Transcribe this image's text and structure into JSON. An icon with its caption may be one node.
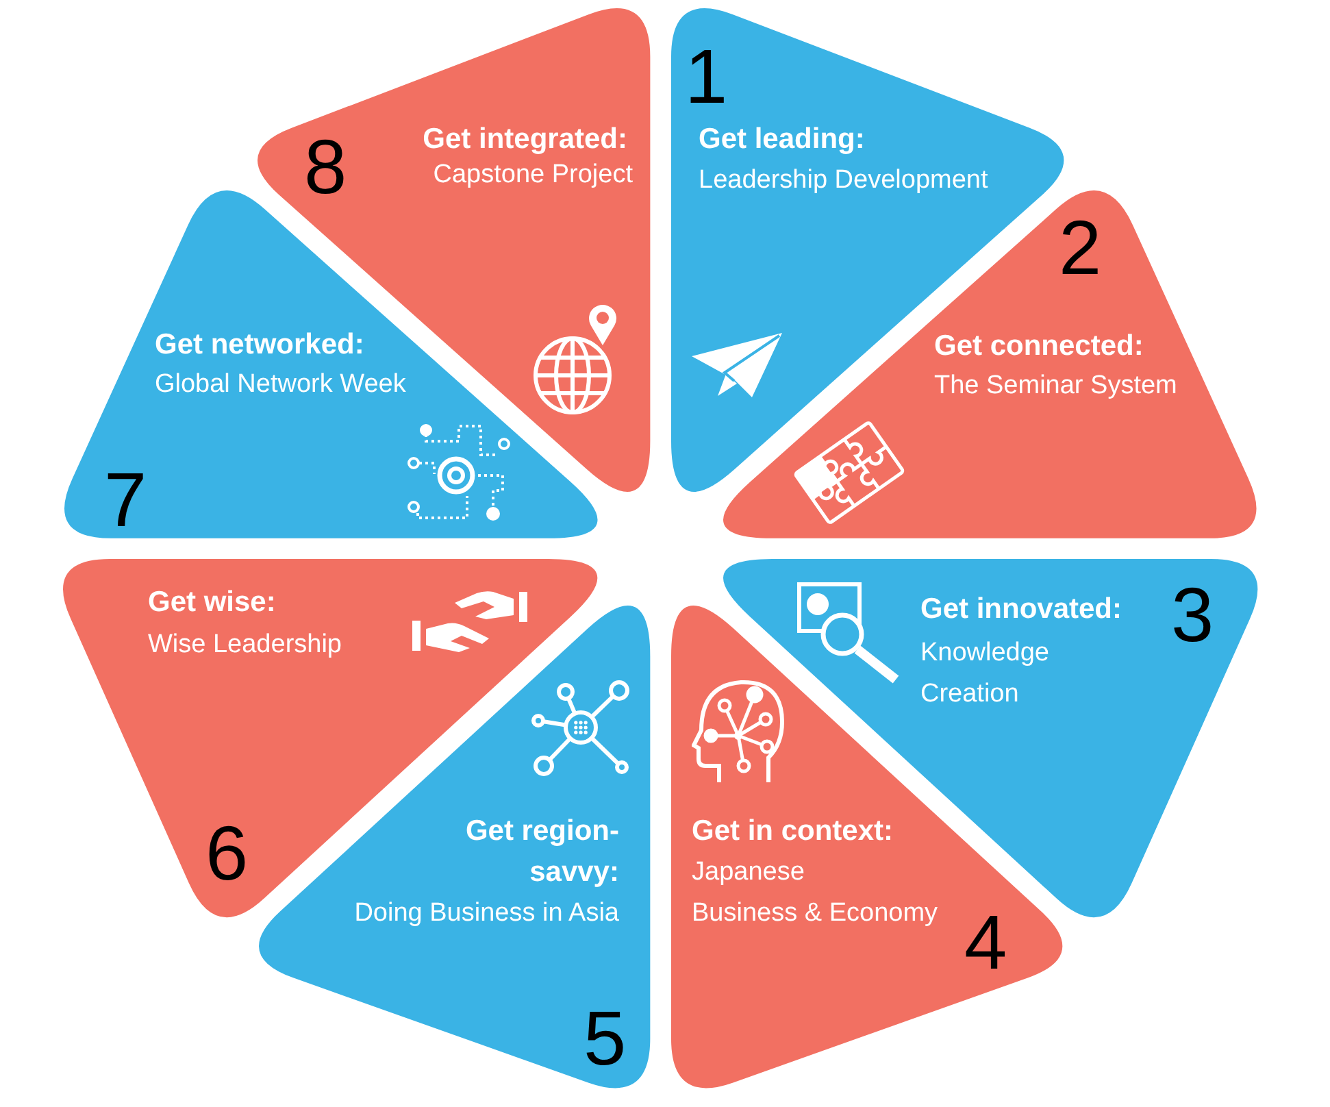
{
  "diagram": {
    "nodes": [
      {
        "text": [
          "1",
          "Get leading:",
          "Leadership Development"
        ]
      },
      {
        "text": [
          "2",
          "Get connected:",
          "The Seminar System"
        ]
      },
      {
        "text": [
          "Get innovated:",
          "3",
          "Knowledge Creation"
        ]
      },
      {
        "text": [
          "Get in context:",
          "Japanese Business & Economy",
          "4"
        ]
      },
      {
        "text": [
          "Get region-savvy:",
          "Doing Business in Asia",
          "5"
        ]
      },
      {
        "text": [
          "Get wise:",
          "Wise Leadership",
          "6"
        ]
      },
      {
        "text": [
          "Get networked:",
          "Global Network Week",
          "7"
        ]
      },
      {
        "text": [
          "8",
          "Get integrated:",
          "Capstone Project"
        ]
      }
    ]
  }
}
